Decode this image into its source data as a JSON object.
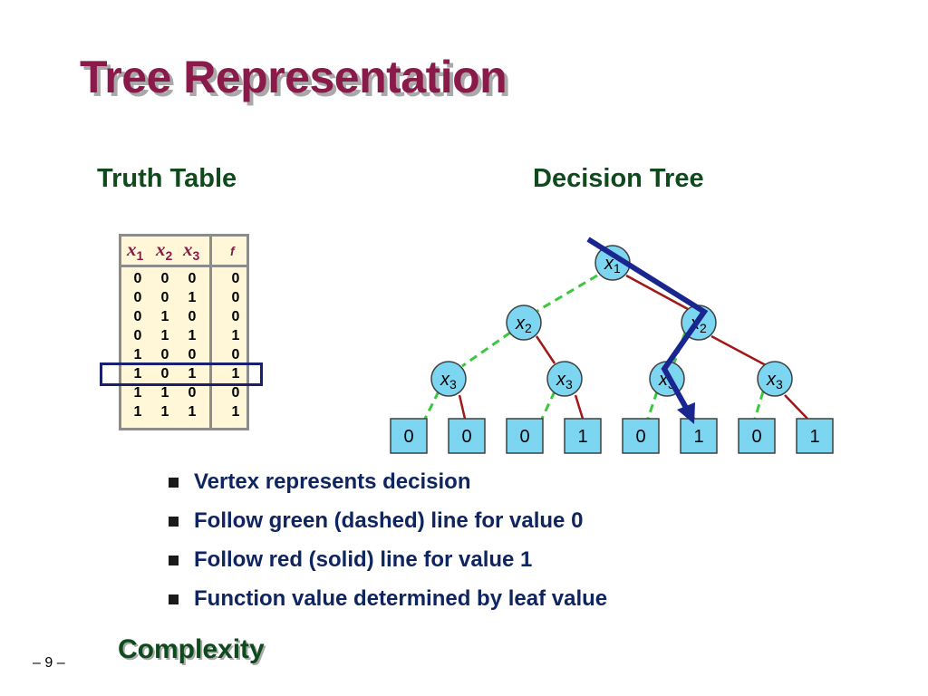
{
  "slide": {
    "title": "Tree Representation",
    "page_number": "– 9 –"
  },
  "truth_table": {
    "heading": "Truth Table",
    "headers": [
      {
        "var": "x",
        "sub": "1"
      },
      {
        "var": "x",
        "sub": "2"
      },
      {
        "var": "x",
        "sub": "3"
      }
    ],
    "f_header": "f",
    "rows": [
      [
        "0",
        "0",
        "0",
        "0"
      ],
      [
        "0",
        "0",
        "1",
        "0"
      ],
      [
        "0",
        "1",
        "0",
        "0"
      ],
      [
        "0",
        "1",
        "1",
        "1"
      ],
      [
        "1",
        "0",
        "0",
        "0"
      ],
      [
        "1",
        "0",
        "1",
        "1"
      ],
      [
        "1",
        "1",
        "0",
        "0"
      ],
      [
        "1",
        "1",
        "1",
        "1"
      ]
    ],
    "highlighted_row": 5
  },
  "decision_tree": {
    "heading": "Decision Tree",
    "nodes": [
      {
        "var": "x",
        "sub": "1"
      },
      {
        "var": "x",
        "sub": "2"
      },
      {
        "var": "x",
        "sub": "2"
      },
      {
        "var": "x",
        "sub": "3"
      },
      {
        "var": "x",
        "sub": "3"
      },
      {
        "var": "x",
        "sub": "3"
      },
      {
        "var": "x",
        "sub": "3"
      }
    ],
    "leaves": [
      "0",
      "0",
      "0",
      "1",
      "0",
      "1",
      "0",
      "1"
    ],
    "colors": {
      "node_fill": "#7cd6f2",
      "leaf_fill": "#7cd6f2",
      "zero_edge": "#3cc83c",
      "one_edge": "#a01818",
      "path_arrow": "#1a2690"
    }
  },
  "bullets": [
    "Vertex represents decision",
    "Follow green (dashed) line for value 0",
    "Follow red (solid) line for value 1",
    "Function value determined by leaf value"
  ],
  "subheading": "Complexity"
}
